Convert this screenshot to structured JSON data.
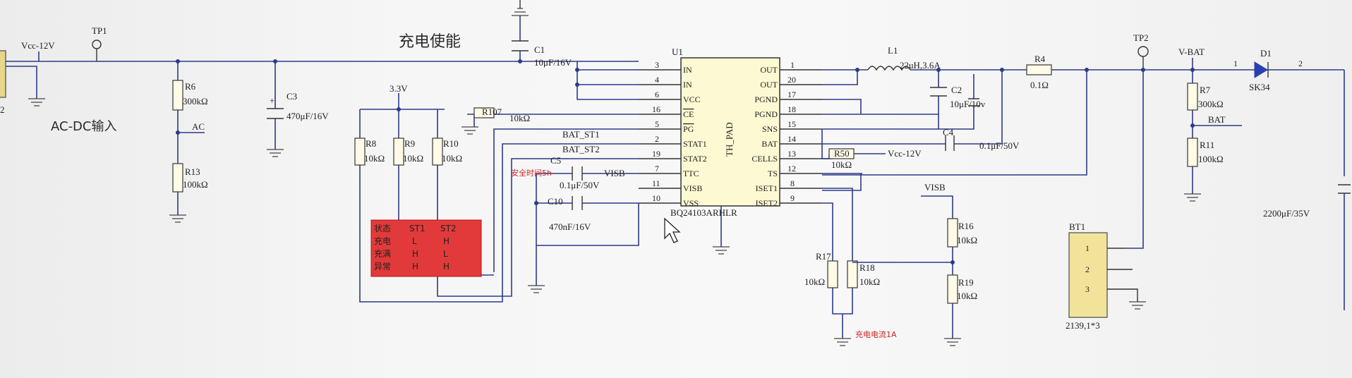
{
  "title": "充电使能",
  "acdc": "AC-DC输入",
  "nets": {
    "vcc": "Vcc-12V",
    "v33": "3.3V",
    "ac": "AC",
    "bat_st1": "BAT_ST1",
    "bat_st2": "BAT_ST2",
    "visb1": "VISB",
    "visb2": "VISB",
    "vbat": "V-BAT",
    "bat": "BAT",
    "vcc2": "Vcc-12V"
  },
  "tp": {
    "tp1": "TP1",
    "tp2": "TP2"
  },
  "ic": {
    "ref": "U1",
    "part": "BQ24103ARHLR",
    "pad": "TH_PAD",
    "left_pins": [
      {
        "num": "3",
        "name": "IN"
      },
      {
        "num": "4",
        "name": "IN"
      },
      {
        "num": "6",
        "name": "VCC"
      },
      {
        "num": "16",
        "name": "CE"
      },
      {
        "num": "5",
        "name": "PG"
      },
      {
        "num": "2",
        "name": "STAT1"
      },
      {
        "num": "19",
        "name": "STAT2"
      },
      {
        "num": "7",
        "name": "TTC"
      },
      {
        "num": "11",
        "name": "VISB"
      },
      {
        "num": "10",
        "name": "VSS"
      }
    ],
    "right_pins": [
      {
        "num": "1",
        "name": "OUT"
      },
      {
        "num": "20",
        "name": "OUT"
      },
      {
        "num": "17",
        "name": "PGND"
      },
      {
        "num": "18",
        "name": "PGND"
      },
      {
        "num": "15",
        "name": "SNS"
      },
      {
        "num": "14",
        "name": "BAT"
      },
      {
        "num": "13",
        "name": "CELLS"
      },
      {
        "num": "12",
        "name": "TS"
      },
      {
        "num": "8",
        "name": "ISET1"
      },
      {
        "num": "9",
        "name": "ISET2"
      }
    ]
  },
  "parts": {
    "c1": {
      "ref": "C1",
      "val": "10μF/16V"
    },
    "c3": {
      "ref": "C3",
      "val": "470μF/16V"
    },
    "r6": {
      "ref": "R6",
      "val": "300kΩ"
    },
    "r13": {
      "ref": "R13",
      "val": "100kΩ"
    },
    "r8": {
      "ref": "R8",
      "val": "10kΩ"
    },
    "r9": {
      "ref": "R9",
      "val": "10kΩ"
    },
    "r10": {
      "ref": "R10",
      "val": "10kΩ"
    },
    "r107": {
      "ref": "R107",
      "val": "10kΩ"
    },
    "c5": {
      "ref": "C5",
      "val": "0.1μF/50V"
    },
    "c10": {
      "ref": "C10",
      "val": "470nF/16V"
    },
    "l1": {
      "ref": "L1",
      "val": "22uH,3.6A"
    },
    "c2": {
      "ref": "C2",
      "val": "10μF/10v"
    },
    "c4": {
      "ref": "C4",
      "val": "0.1μF/50V"
    },
    "r4": {
      "ref": "R4",
      "val": "0.1Ω"
    },
    "r50": {
      "ref": "R50",
      "val": "10kΩ"
    },
    "r16": {
      "ref": "R16",
      "val": "10kΩ"
    },
    "r19": {
      "ref": "R19",
      "val": "10kΩ"
    },
    "r17": {
      "ref": "R17",
      "val": "10kΩ"
    },
    "r18": {
      "ref": "R18",
      "val": "10kΩ"
    },
    "r7": {
      "ref": "R7",
      "val": "300kΩ"
    },
    "r11": {
      "ref": "R11",
      "val": "100kΩ"
    },
    "d1": {
      "ref": "D1",
      "val": "SK34"
    },
    "bt1": {
      "ref": "BT1",
      "val": "2139,1*3"
    },
    "cbig": {
      "val": "2200μF/35V"
    }
  },
  "d1_pins": {
    "a": "1",
    "k": "2"
  },
  "bt1_pins": [
    "1",
    "2",
    "3"
  ],
  "conn_left": "2",
  "notes": {
    "safety": "安全时间5h",
    "current": "充电电流1A"
  },
  "status_table": {
    "header": [
      "状态",
      "ST1",
      "ST2"
    ],
    "rows": [
      [
        "充电",
        "L",
        "H"
      ],
      [
        "充满",
        "H",
        "L"
      ],
      [
        "异常",
        "H",
        "H"
      ]
    ]
  },
  "colors": {
    "wire": "#2d3a88",
    "table_fill": "#e23a3a",
    "component": "#fffbe6",
    "annotation": "#cc2222"
  }
}
